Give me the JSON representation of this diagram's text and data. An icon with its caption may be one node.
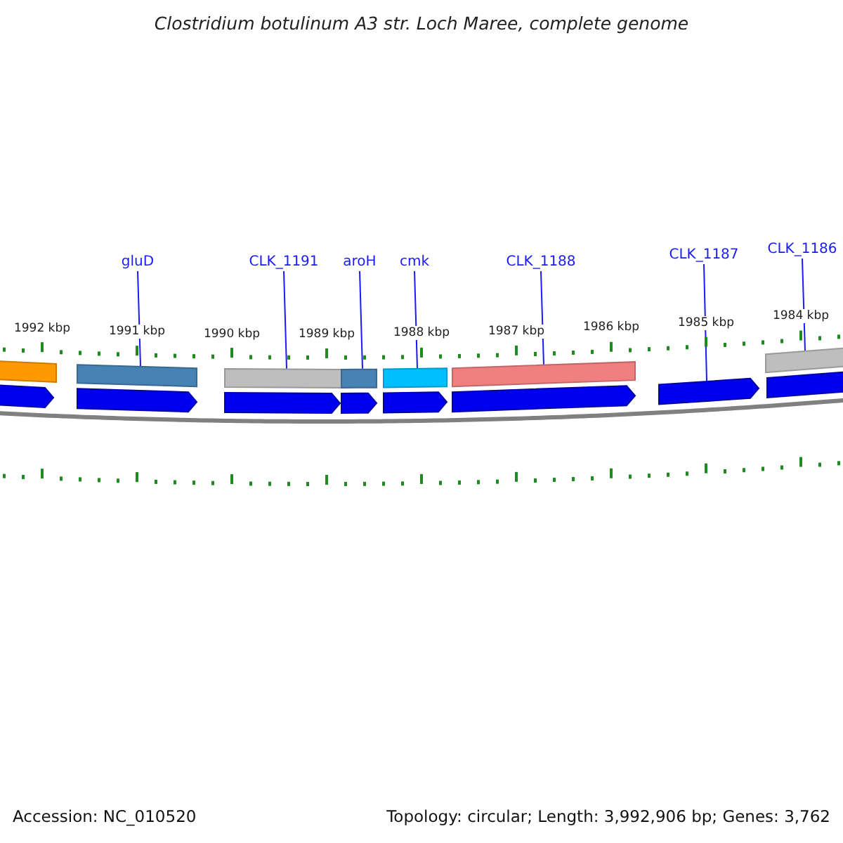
{
  "diagram": {
    "title": "Clostridium botulinum A3 str. Loch Maree, complete genome",
    "nodes": [
      {
        "text": [
          "gluD"
        ]
      },
      {
        "text": [
          "CLK_1191"
        ]
      },
      {
        "text": [
          "aroH"
        ]
      },
      {
        "text": [
          "cmk"
        ]
      },
      {
        "text": [
          "CLK_1188"
        ]
      },
      {
        "text": [
          "CLK_1187"
        ]
      },
      {
        "text": [
          "CLK_1186"
        ]
      },
      {
        "text": [],
        "shape": "bar"
      },
      {
        "text": [],
        "shape": "bar"
      },
      {
        "text": [],
        "shape": "bar"
      },
      {
        "text": [],
        "shape": "bar"
      },
      {
        "text": [],
        "shape": "bar"
      },
      {
        "text": [],
        "shape": "bar"
      },
      {
        "text": [],
        "shape": "bar"
      },
      {
        "text": [],
        "shape": "bar"
      },
      {
        "text": [],
        "shape": "bar"
      },
      {
        "text": [],
        "shape": "bar"
      },
      {
        "text": [],
        "shape": "bar"
      },
      {
        "text": [],
        "shape": "bar"
      },
      {
        "text": [],
        "shape": "bar"
      },
      {
        "text": [],
        "shape": "bar"
      },
      {
        "text": [],
        "shape": "bar"
      }
    ],
    "edges": [
      {
        "from": 0,
        "to": 8,
        "arrow": "none"
      },
      {
        "from": 1,
        "to": 9,
        "arrow": "none"
      },
      {
        "from": 2,
        "to": 10,
        "arrow": "none"
      },
      {
        "from": 3,
        "to": 11,
        "arrow": "none"
      },
      {
        "from": 4,
        "to": 12,
        "arrow": "none"
      },
      {
        "from": 5,
        "to": 20,
        "arrow": "none"
      },
      {
        "from": 6,
        "to": 13,
        "arrow": "none"
      }
    ],
    "labels": [
      "1992 kbp",
      "1991 kbp",
      "1990 kbp",
      "1989 kbp",
      "1988 kbp",
      "1987 kbp",
      "1986 kbp",
      "1985 kbp",
      "1984 kbp",
      "Accession: NC_010520",
      "Topology: circular; Length: 3,992,906 bp; Genes: 3,762"
    ]
  }
}
